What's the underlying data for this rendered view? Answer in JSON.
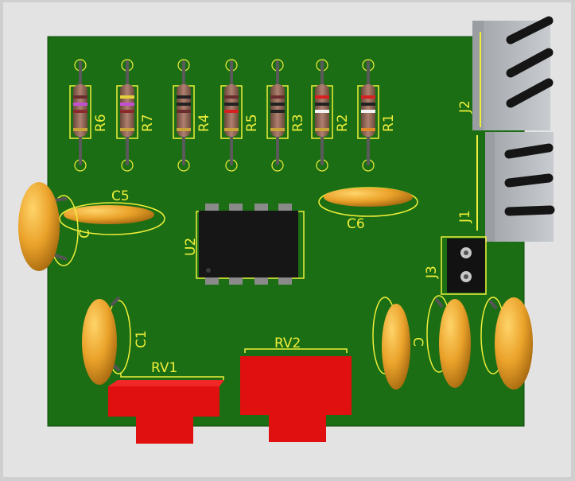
{
  "board": {
    "colors": {
      "pcb": "#1b6e14",
      "silkscreen": "#f0ef3a",
      "frame": "#e3e3e3"
    },
    "resistors": [
      {
        "ref": "R6",
        "bands": [
          "#6a2c2c",
          "#c24fd1",
          "#8a2a2a",
          "#c9a23a"
        ]
      },
      {
        "ref": "R7",
        "bands": [
          "#e3d23a",
          "#c24fd1",
          "#8a2a2a",
          "#c9a23a"
        ]
      },
      {
        "ref": "R4",
        "bands": [
          "#222222",
          "#222222",
          "#6a2c2c",
          "#c9a23a"
        ]
      },
      {
        "ref": "R5",
        "bands": [
          "#6a2c2c",
          "#222222",
          "#d62020",
          "#c9a23a"
        ]
      },
      {
        "ref": "R3",
        "bands": [
          "#6a2c2c",
          "#222222",
          "#222222",
          "#c9a23a"
        ]
      },
      {
        "ref": "R2",
        "bands": [
          "#d62020",
          "#222222",
          "#f2f2f2",
          "#c9a23a"
        ]
      },
      {
        "ref": "R1",
        "bands": [
          "#d62020",
          "#222222",
          "#f2f2f2",
          "#e08a2a"
        ]
      }
    ],
    "capacitors": [
      {
        "ref": "C5"
      },
      {
        "ref": "C6"
      },
      {
        "ref": "C1"
      },
      {
        "ref": "C"
      },
      {
        "ref": "C"
      }
    ],
    "ic": {
      "ref": "U2"
    },
    "potentiometers": [
      {
        "ref": "RV1"
      },
      {
        "ref": "RV2"
      }
    ],
    "connectors": [
      {
        "ref": "J2"
      },
      {
        "ref": "J1"
      },
      {
        "ref": "J3"
      }
    ]
  }
}
